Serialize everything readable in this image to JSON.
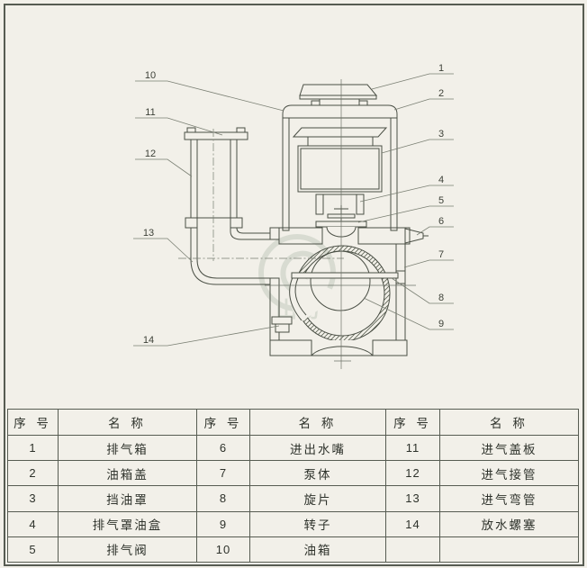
{
  "figure": {
    "callouts": [
      "1",
      "2",
      "3",
      "4",
      "5",
      "6",
      "7",
      "8",
      "9",
      "10",
      "11",
      "12",
      "13",
      "14"
    ],
    "watermark_text": "山动"
  },
  "table": {
    "header_no": "序 号",
    "header_name": "名    称",
    "groups": [
      {
        "rows": [
          {
            "no": "1",
            "name": "排气箱"
          },
          {
            "no": "2",
            "name": "油箱盖"
          },
          {
            "no": "3",
            "name": "挡油罩"
          },
          {
            "no": "4",
            "name": "排气罩油盒"
          },
          {
            "no": "5",
            "name": "排气阀"
          }
        ]
      },
      {
        "rows": [
          {
            "no": "6",
            "name": "进出水嘴"
          },
          {
            "no": "7",
            "name": "泵体"
          },
          {
            "no": "8",
            "name": "旋片"
          },
          {
            "no": "9",
            "name": "转子"
          },
          {
            "no": "10",
            "name": "油箱"
          }
        ]
      },
      {
        "rows": [
          {
            "no": "11",
            "name": "进气盖板"
          },
          {
            "no": "12",
            "name": "进气接管"
          },
          {
            "no": "13",
            "name": "进气弯管"
          },
          {
            "no": "14",
            "name": "放水螺塞"
          },
          {
            "no": "",
            "name": ""
          }
        ]
      }
    ]
  }
}
